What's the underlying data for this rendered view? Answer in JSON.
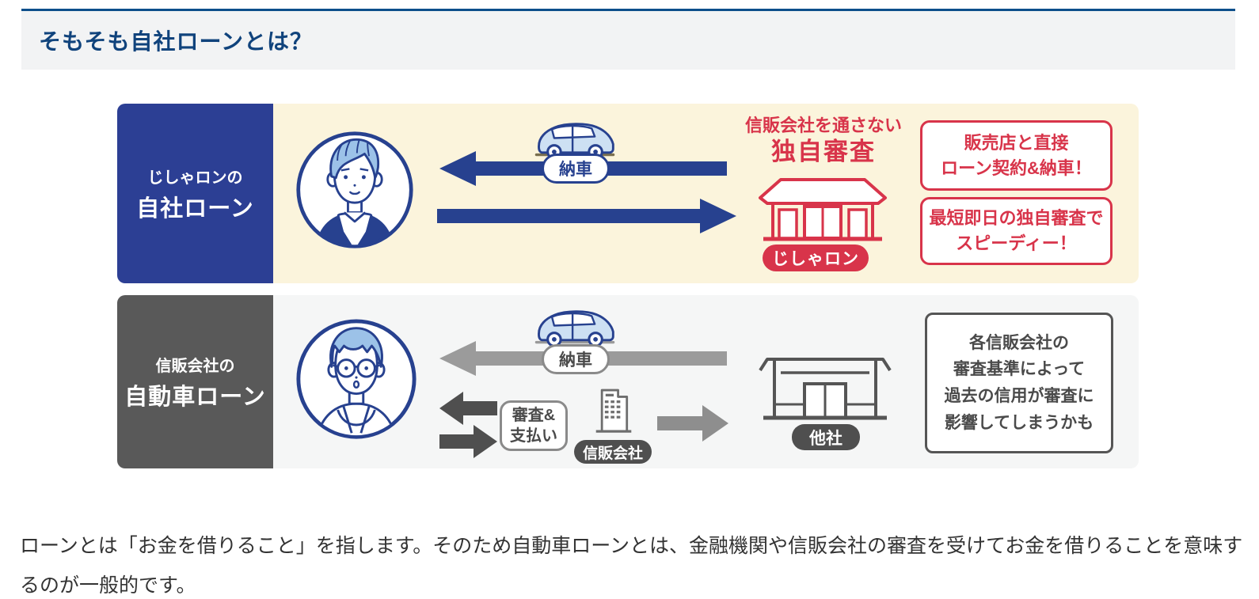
{
  "header": {
    "title": "そもそも自社ローンとは？"
  },
  "diagram": {
    "row1": {
      "label_line1": "じしゃロンの",
      "label_line2": "自社ローン",
      "delivery_pill": "納車",
      "caption_line1": "信販会社を通さない",
      "caption_line2": "独自審査",
      "store_pill": "じしゃロン",
      "benefit1_line1": "販売店と直接",
      "benefit1_line2": "ローン契約&納車！",
      "benefit2_line1": "最短即日の独自審査で",
      "benefit2_line2": "スピーディー！"
    },
    "row2": {
      "label_line1": "信販会社の",
      "label_line2": "自動車ローン",
      "delivery_pill": "納車",
      "screening_line1": "審査&",
      "screening_line2": "支払い",
      "finance_pill": "信販会社",
      "store_pill": "他社",
      "note_line1": "各信販会社の",
      "note_line2": "審査基準によって",
      "note_line3": "過去の信用が審査に",
      "note_line4": "影響してしまうかも"
    },
    "icons": {
      "row1": [
        "customer-avatar",
        "car",
        "storefront"
      ],
      "row2": [
        "customer-avatar-glasses",
        "car",
        "office-building",
        "storefront"
      ]
    }
  },
  "paragraph": "ローンとは「お金を借りること」を指します。そのため自動車ローンとは、金融機関や信販会社の審査を受けてお金を借りることを意味するのが一般的です。",
  "colors": {
    "header_accent": "#0d4f8b",
    "header_text": "#10437c",
    "header_bg": "#f2f3f4",
    "brand_blue": "#27418f",
    "label_blue": "#2c3f94",
    "cream_bg": "#fbf4dc",
    "accent_red": "#d8344a",
    "label_gray": "#595959",
    "panel_gray": "#f5f6f6",
    "arrow_gray": "#9b9b9b",
    "dark_gray": "#4f4f4f",
    "mid_gray": "#8e8e8e",
    "body_text": "#333333"
  }
}
